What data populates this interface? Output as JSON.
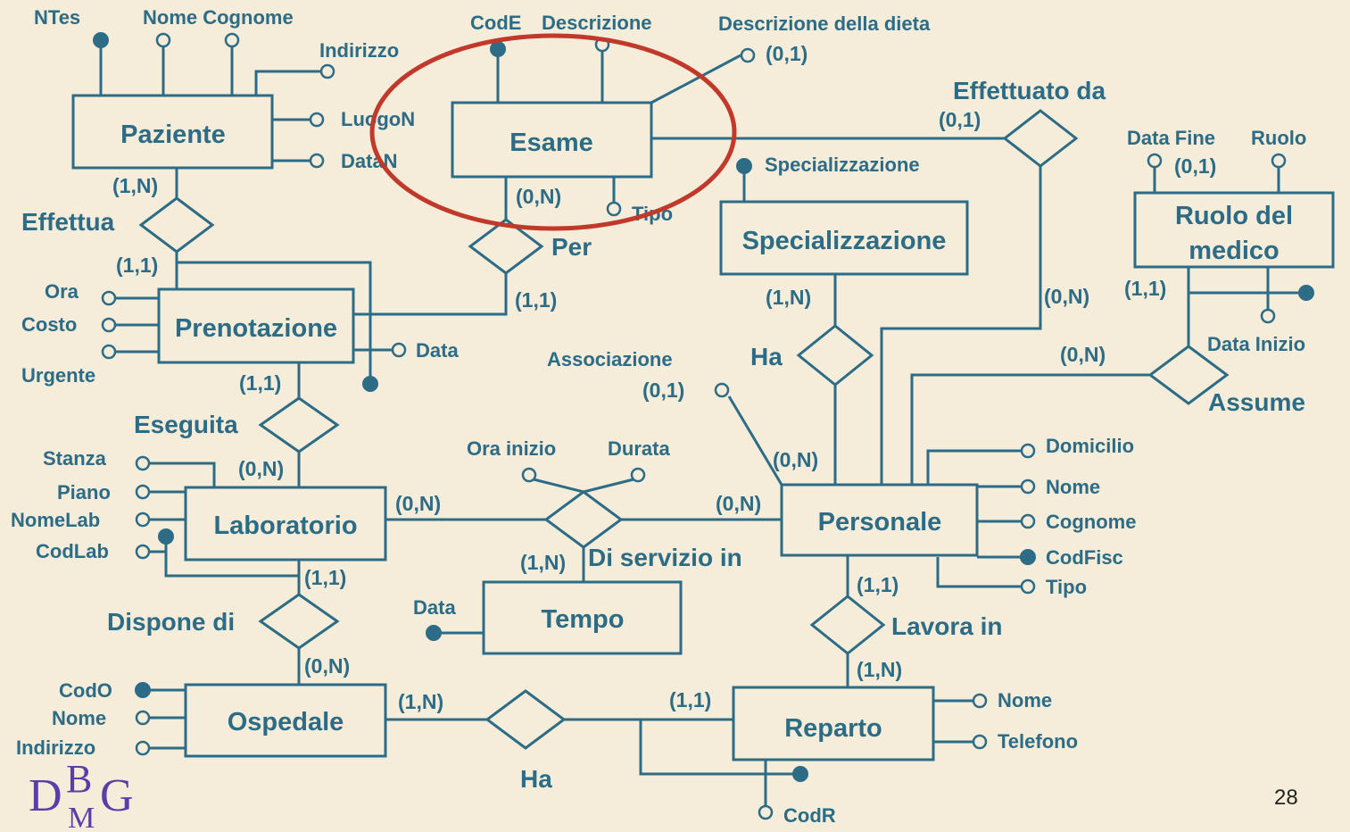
{
  "colors": {
    "ink": "#2c6c86",
    "background": "#f5ecd9",
    "highlight": "#c0392b",
    "logo": "#5a3ea8"
  },
  "entities": {
    "paziente": "Paziente",
    "esame": "Esame",
    "specializzazione": "Specializzazione",
    "ruolo_line1": "Ruolo del",
    "ruolo_line2": "medico",
    "prenotazione": "Prenotazione",
    "laboratorio": "Laboratorio",
    "personale": "Personale",
    "tempo": "Tempo",
    "ospedale": "Ospedale",
    "reparto": "Reparto"
  },
  "relationships": {
    "effettua": "Effettua",
    "per": "Per",
    "effettuato_da": "Effettuato da",
    "ha_spec": "Ha",
    "assume": "Assume",
    "eseguita": "Eseguita",
    "di_servizio_in": "Di servizio in",
    "lavora_in": "Lavora in",
    "dispone_di": "Dispone di",
    "ha_reparto": "Ha",
    "associazione": "Associazione"
  },
  "attributes": {
    "ntes": "NTes",
    "nome_cognome": "Nome Cognome",
    "indirizzo_paz": "Indirizzo",
    "luogon": "LuogoN",
    "datan": "DataN",
    "code": "CodE",
    "descrizione": "Descrizione",
    "descrizione_dieta": "Descrizione della dieta",
    "tipo_esame": "Tipo",
    "spec_attr": "Specializzazione",
    "data_fine": "Data Fine",
    "ruolo": "Ruolo",
    "data_inizio": "Data Inizio",
    "ora": "Ora",
    "costo": "Costo",
    "urgente": "Urgente",
    "data_pren": "Data",
    "stanza": "Stanza",
    "piano": "Piano",
    "nomelab": "NomeLab",
    "codlab": "CodLab",
    "ora_inizio": "Ora inizio",
    "durata": "Durata",
    "data_tempo": "Data",
    "domicilio": "Domicilio",
    "nome_pers": "Nome",
    "cognome_pers": "Cognome",
    "codfisc": "CodFisc",
    "tipo_pers": "Tipo",
    "codo": "CodO",
    "nome_osp": "Nome",
    "indirizzo_osp": "Indirizzo",
    "nome_rep": "Nome",
    "telefono_rep": "Telefono",
    "codr": "CodR"
  },
  "cardinalities": {
    "paz_effettua": "(1,N)",
    "pren_effettua": "(1,1)",
    "esame_per": "(0,N)",
    "pren_per": "(1,1)",
    "esame_effda": "(0,1)",
    "pers_effda": "(0,N)",
    "dieta": "(0,1)",
    "data_fine": "(0,1)",
    "ruolo_assume": "(1,1)",
    "pers_assume": "(0,N)",
    "spec_ha": "(1,N)",
    "pers_ha": "(0,N)",
    "pren_eseguita": "(1,1)",
    "lab_eseguita": "(0,N)",
    "lab_servizio": "(0,N)",
    "pers_servizio": "(0,N)",
    "tempo_servizio": "(1,N)",
    "associazione": "(0,1)",
    "lab_dispone": "(1,1)",
    "osp_dispone": "(0,N)",
    "pers_lavora": "(1,1)",
    "rep_lavora": "(1,N)",
    "osp_ha": "(1,N)",
    "rep_ha": "(1,1)"
  },
  "logo": {
    "d": "D",
    "b": "B",
    "m": "M",
    "g": "G"
  },
  "page_number": "28"
}
